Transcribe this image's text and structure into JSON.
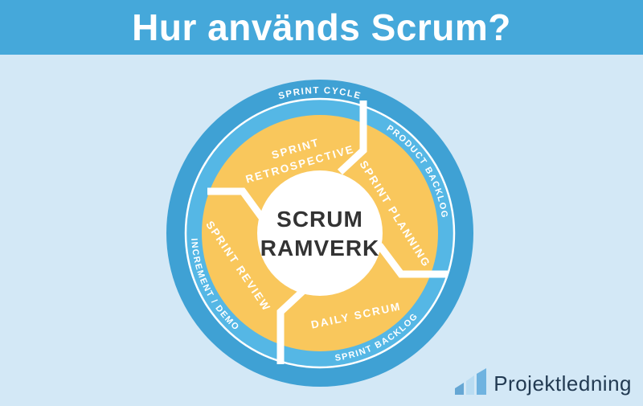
{
  "header": {
    "title": "Hur används Scrum?"
  },
  "diagram": {
    "center": {
      "line1": "SCRUM",
      "line2": "RAMVERK"
    },
    "outer_ring": {
      "label": "SPRINT CYCLE"
    },
    "band": {
      "product_backlog": "PRODUCT BACKLOG",
      "sprint_backlog": "SPRINT BACKLOG",
      "increment_demo": "INCREMENT / DEMO"
    },
    "segments": {
      "retrospective_line1": "SPRINT",
      "retrospective_line2": "RETROSPECTIVE",
      "planning": "SPRINT PLANNING",
      "daily_scrum": "DAILY SCRUM",
      "review": "SPRINT REVIEW"
    },
    "colors": {
      "header_bar": "#45a8da",
      "page_background": "#d3e8f6",
      "outer_ring": "#3fa1d4",
      "inner_band": "#55b7e5",
      "segment_ring": "#f9c75c",
      "divider": "#ffffff",
      "center_circle": "#ffffff",
      "center_text": "#333333"
    }
  },
  "footer": {
    "brand": "Projektledning"
  }
}
